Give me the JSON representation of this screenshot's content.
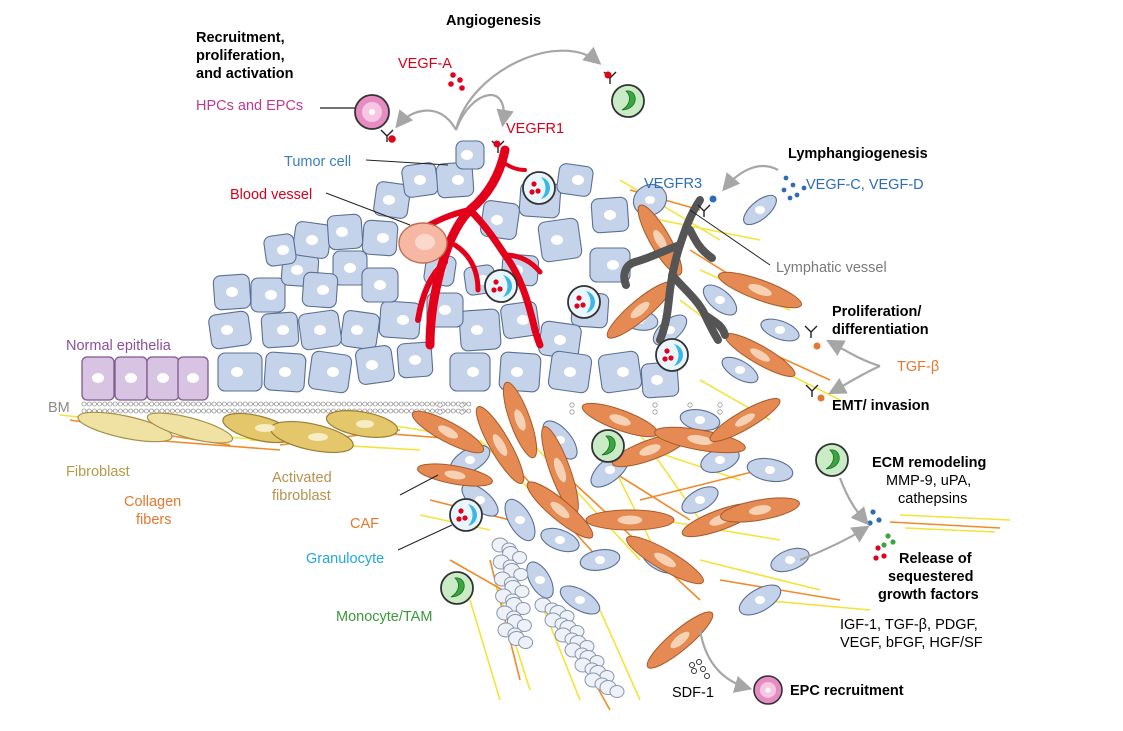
{
  "colors": {
    "tumor": "#c5d3ea",
    "tumor_stroke": "#5b6f94",
    "blood": "#e2001a",
    "lymph": "#555555",
    "caf": "#e58a52",
    "fibroblast": "#e9d48a",
    "collagen_yellow": "#f5e23a",
    "collagen_orange": "#f08a2a",
    "epithelia": "#d8c3e2",
    "hpc": "#e58cc2",
    "granulocyte": "#3cb6e8",
    "monocyte": "#3aa640",
    "arrow": "#a6a6a6",
    "label_red": "#d7001a",
    "label_blue": "#2d6db5",
    "label_purple": "#8b4f9e",
    "label_orange": "#e3782e",
    "label_khaki": "#b59a4a",
    "label_green": "#3b9a3b",
    "label_gray": "#7a7a7a"
  },
  "labels": {
    "angiogenesis": "Angiogenesis",
    "recruitment_1": "Recruitment,",
    "recruitment_2": "proliferation,",
    "recruitment_3": "and activation",
    "hpcs_epcs": "HPCs and EPCs",
    "vegf_a": "VEGF-A",
    "vegfr1": "VEGFR1",
    "tumor_cell": "Tumor cell",
    "blood_vessel": "Blood vessel",
    "lymphangiogenesis": "Lymphangiogenesis",
    "vegfr3": "VEGFR3",
    "vegf_cd": "VEGF-C, VEGF-D",
    "lymphatic_vessel": "Lymphatic vessel",
    "proliferation_1": "Proliferation/",
    "proliferation_2": "differentiation",
    "tgf_beta": "TGF-β",
    "emt": "EMT/ invasion",
    "normal_epithelia": "Normal epithelia",
    "bm": "BM",
    "fibroblast": "Fibroblast",
    "collagen_1": "Collagen",
    "collagen_2": "fibers",
    "activated_1": "Activated",
    "activated_2": "fibroblast",
    "caf": "CAF",
    "granulocyte": "Granulocyte",
    "monocyte_tam": "Monocyte/TAM",
    "ecm_remodeling": "ECM remodeling",
    "mmp": "MMP-9, uPA,",
    "cathepsins": "cathepsins",
    "release_1": "Release of",
    "release_2": "sequestered",
    "release_3": "growth factors",
    "gf_1": "IGF-1, TGF-β, PDGF,",
    "gf_2": "VEGF, bFGF, HGF/SF",
    "sdf1": "SDF-1",
    "epc_recruitment": "EPC recruitment"
  }
}
